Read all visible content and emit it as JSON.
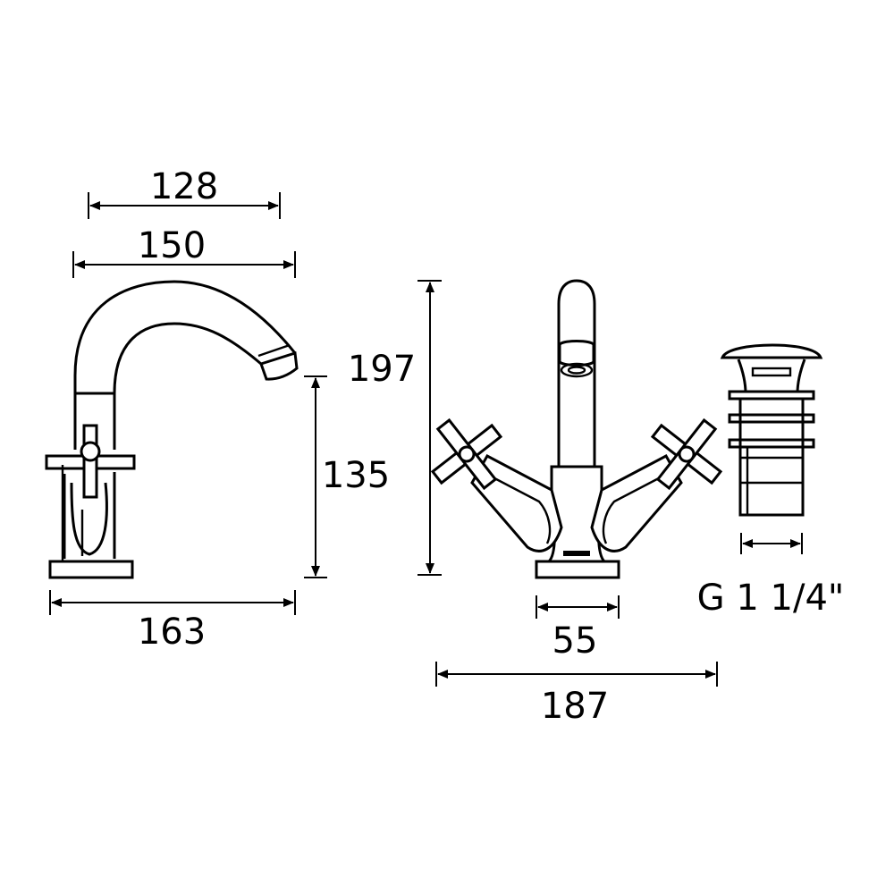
{
  "dimensions": {
    "side_view": {
      "spout_reach": "128",
      "top_width": "150",
      "spout_height": "135",
      "base_depth": "163"
    },
    "front_view": {
      "overall_height": "197",
      "base_width": "55",
      "overall_width": "187"
    },
    "waste": {
      "thread_size": "G 1 1/4\""
    }
  },
  "colors": {
    "line": "#000000",
    "background": "#ffffff"
  }
}
